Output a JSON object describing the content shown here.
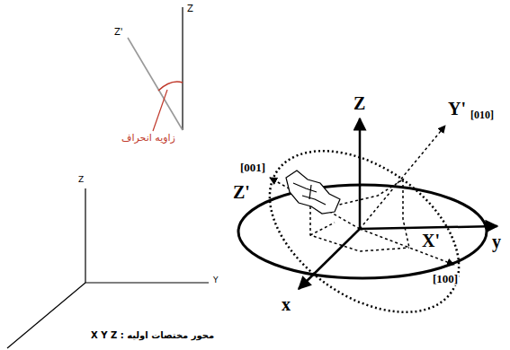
{
  "diagram": {
    "labels": [
      "Z'",
      "Z",
      "زاویه انحراف",
      "Z",
      "Y",
      "محور مختصات اولیه : X Y Z",
      "Z",
      "Z'",
      "[001]",
      "Y'",
      "[010]",
      "X'",
      "[100]",
      "y",
      "x"
    ]
  }
}
